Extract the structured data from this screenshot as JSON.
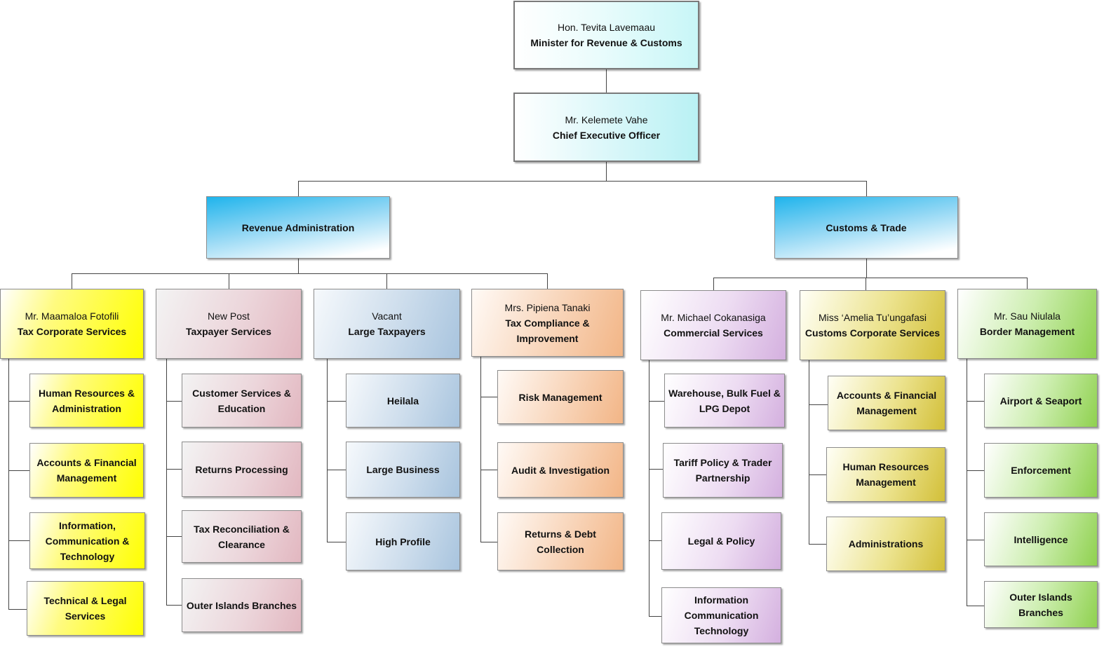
{
  "minister": {
    "name": "Hon. Tevita Lavemaau",
    "title": "Minister for Revenue & Customs"
  },
  "ceo": {
    "name": "Mr. Kelemete Vahe",
    "title": "Chief Executive Officer"
  },
  "divisions": {
    "revenue": {
      "title": "Revenue Administration"
    },
    "customs": {
      "title": "Customs & Trade"
    }
  },
  "revenue_units": [
    {
      "name": "Mr. Maamaloa Fotofili",
      "title": "Tax Corporate Services",
      "subs": [
        "Human Resources & Administration",
        "Accounts & Financial Management",
        "Information, Communication & Technology",
        "Technical & Legal Services"
      ]
    },
    {
      "name": "New Post",
      "title": "Taxpayer Services",
      "subs": [
        "Customer Services & Education",
        "Returns Processing",
        "Tax Reconciliation & Clearance",
        "Outer Islands Branches"
      ]
    },
    {
      "name": "Vacant",
      "title": "Large Taxpayers",
      "subs": [
        "Heilala",
        "Large Business",
        "High Profile"
      ]
    },
    {
      "name": "Mrs. Pipiena Tanaki",
      "title": "Tax Compliance & Improvement",
      "subs": [
        "Risk Management",
        "Audit & Investigation",
        "Returns & Debt Collection"
      ]
    }
  ],
  "customs_units": [
    {
      "name": "Mr. Michael Cokanasiga",
      "title": "Commercial Services",
      "subs": [
        "Warehouse, Bulk Fuel & LPG Depot",
        "Tariff Policy & Trader Partnership",
        "Legal & Policy",
        "Information Communication Technology"
      ]
    },
    {
      "name": "Miss ‘Amelia Tu’ungafasi",
      "title": "Customs Corporate Services",
      "subs": [
        "Accounts & Financial Management",
        "Human Resources Management",
        "Administrations"
      ]
    },
    {
      "name": "Mr. Sau Niulala",
      "title": "Border Management",
      "subs": [
        "Airport & Seaport",
        "Enforcement",
        "Intelligence",
        "Outer Islands Branches"
      ]
    }
  ]
}
